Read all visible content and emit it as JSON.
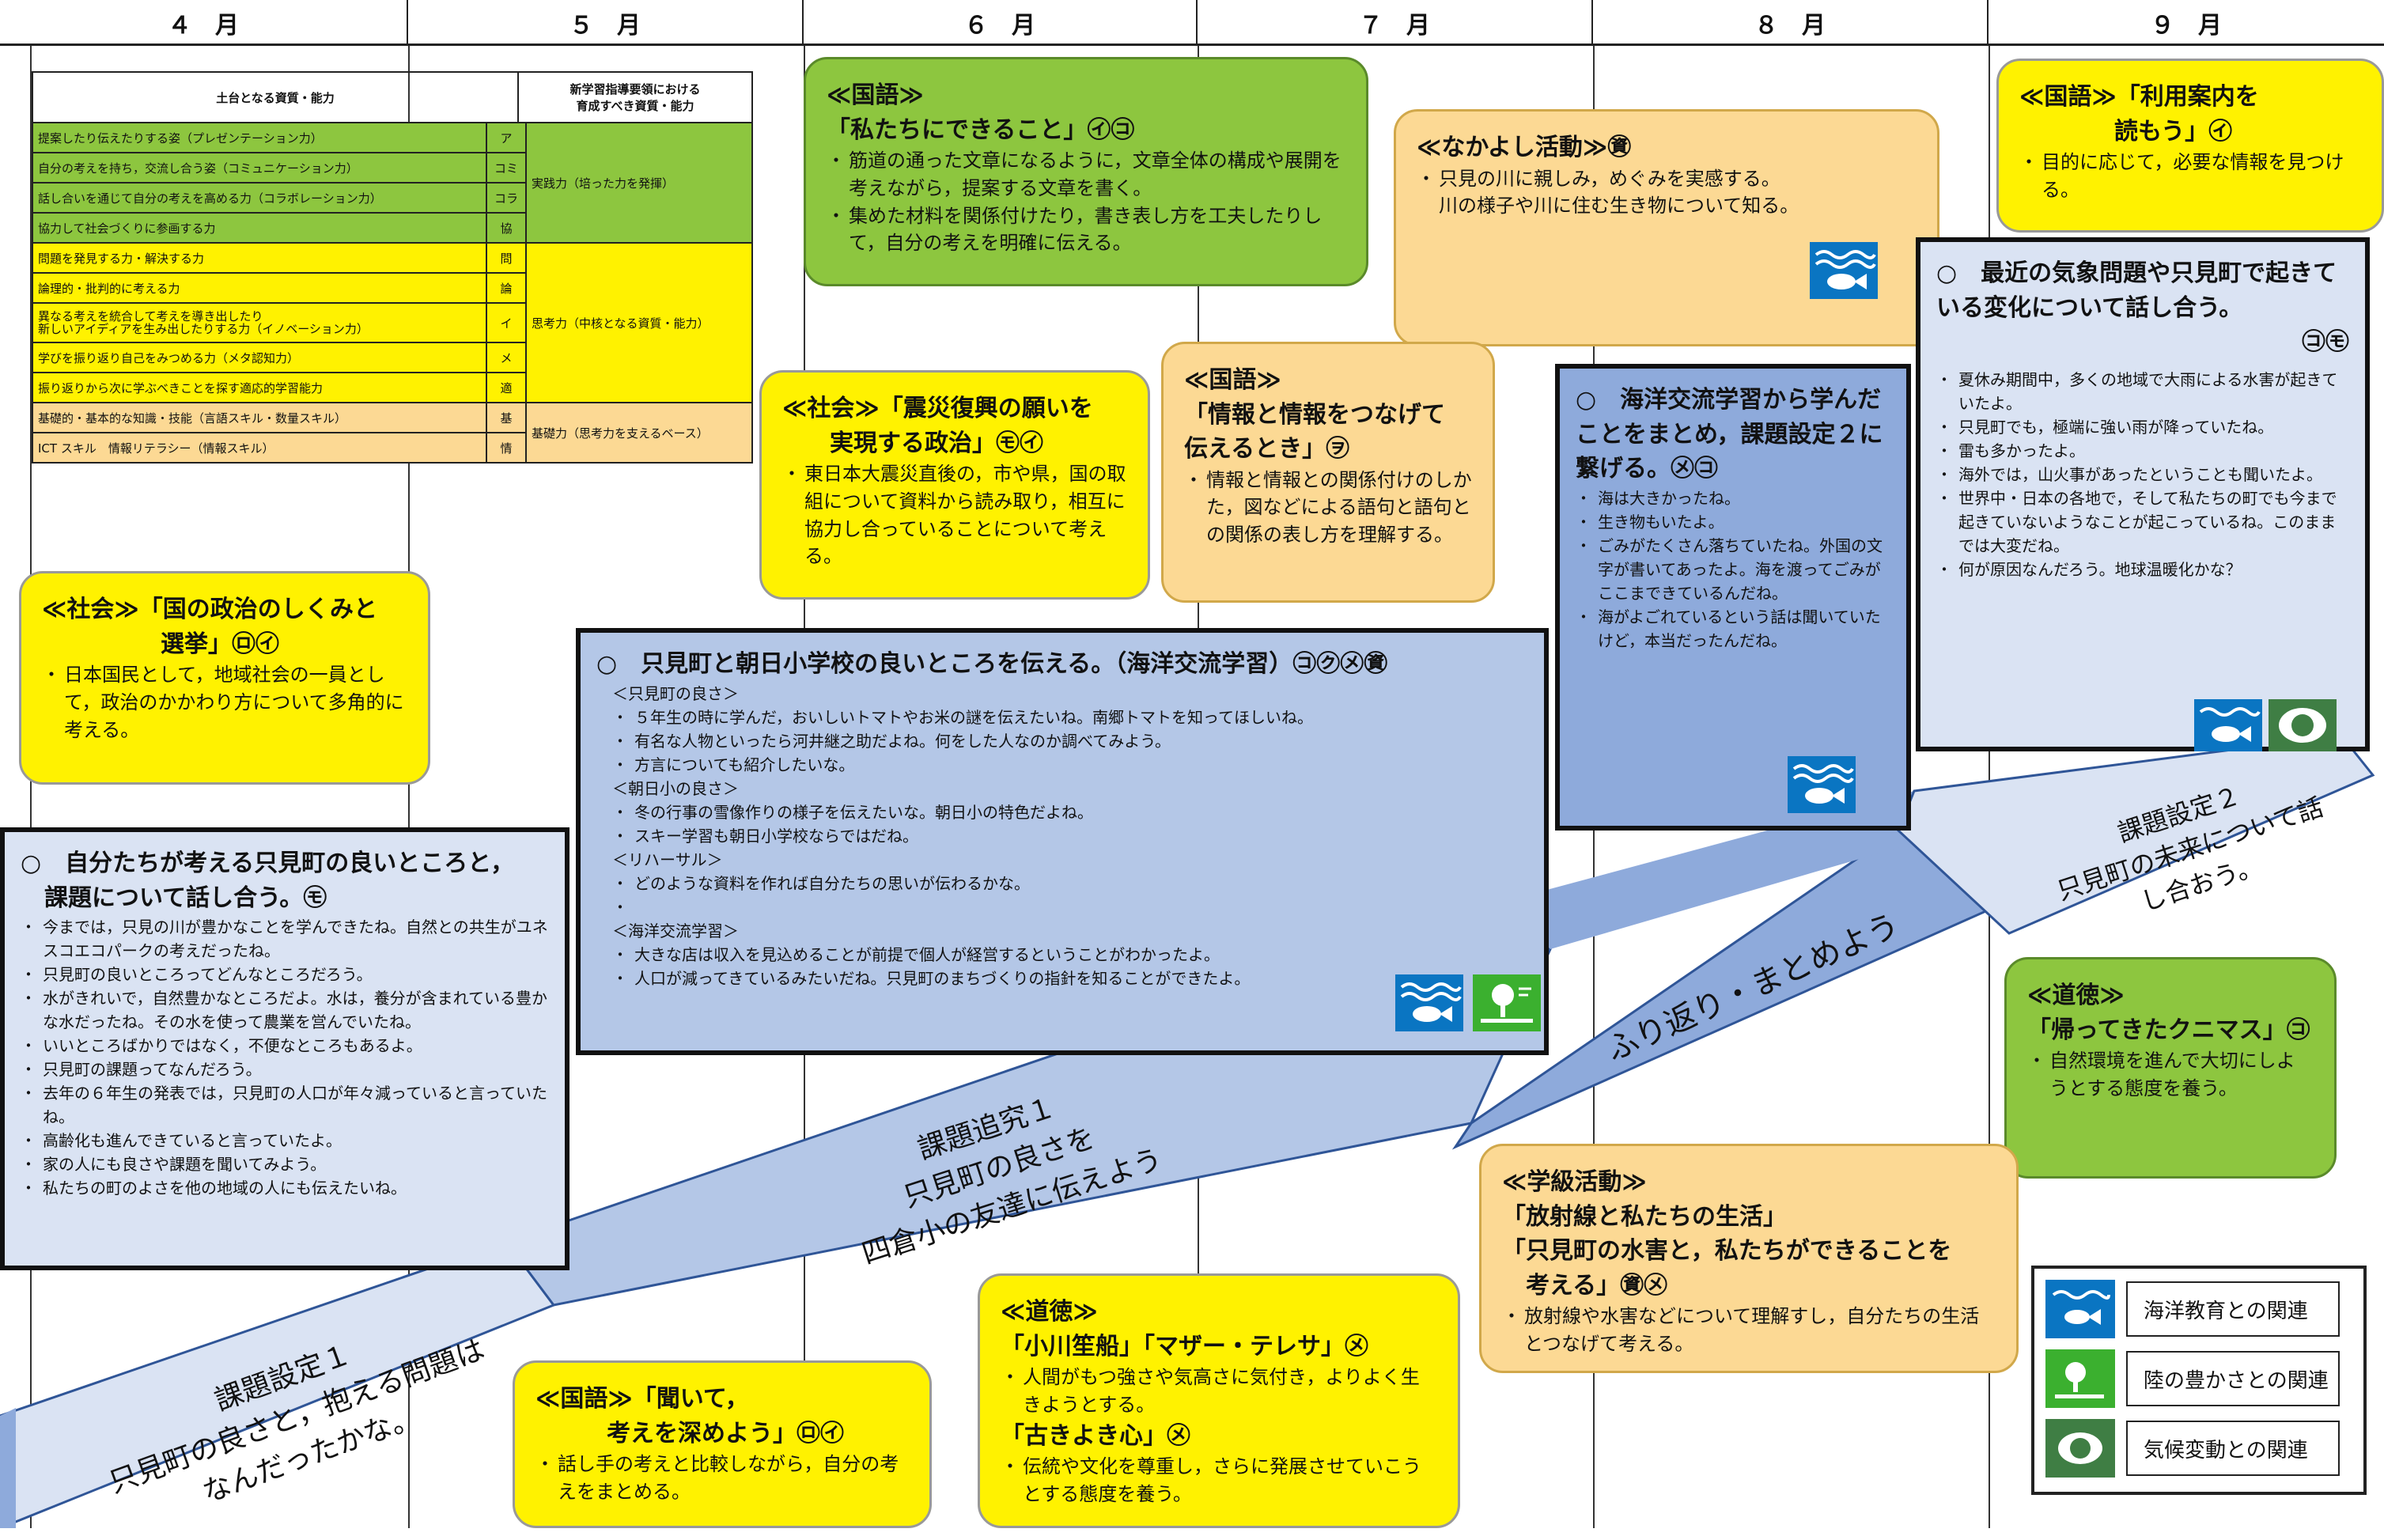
{
  "months": [
    "４　月",
    "５　月",
    "６　月",
    "７　月",
    "８　月",
    "９　月"
  ],
  "skills_table": {
    "header_left": "土台となる資質・能力",
    "header_right": "新学習指導要領における\n育成すべき資質・能力",
    "rows": [
      {
        "label": "提案したり伝えたりする姿（プレゼンテーション力）",
        "mark": "ア"
      },
      {
        "label": "自分の考えを持ち，交流し合う姿（コミュニケーション力）",
        "mark": "コミ"
      },
      {
        "label": "話し合いを通じて自分の考えを高める力（コラボレーション力）",
        "mark": "コラ"
      },
      {
        "label": "協力して社会づくりに参画する力",
        "mark": "協"
      },
      {
        "label": "問題を発見する力・解決する力",
        "mark": "問"
      },
      {
        "label": "論理的・批判的に考える力",
        "mark": "論"
      },
      {
        "label": "異なる考えを統合して考えを導き出したり\n新しいアイディアを生み出したりする力（イノベーション力）",
        "mark": "イ"
      },
      {
        "label": "学びを振り返り自己をみつめる力（メタ認知力）",
        "mark": "メ"
      },
      {
        "label": "振り返りから次に学ぶべきことを探す適応的学習能力",
        "mark": "適"
      },
      {
        "label": "基礎的・基本的な知識・技能（言語スキル・数量スキル）",
        "mark": "基"
      },
      {
        "label": "ICT スキル　情報リテラシー（情報スキル）",
        "mark": "情"
      }
    ],
    "groups": [
      "実践力（培った力を発揮）",
      "思考力（中核となる資質・能力）",
      "基礎力（思考力を支えるベース）"
    ]
  },
  "bubbles": {
    "kokugo_june": {
      "title": "≪国語≫\n「私たちにできること」㋑㋙",
      "items": [
        "筋道の通った文章になるように，文章全体の構成や展開を考えながら，提案する文章を書く。",
        "集めた材料を関係付けたり，書き表し方を工夫したりして，自分の考えを明確に伝える。"
      ]
    },
    "nakayoshi": {
      "title": "≪なかよし活動≫㊮",
      "items": [
        "只見の川に親しみ，めぐみを実感する。\n川の様子や川に住む生き物について知る。"
      ]
    },
    "kokugo_sep": {
      "title": "≪国語≫「利用案内を\n　　　　読もう」㋑",
      "items": [
        "目的に応じて，必要な情報を見つける。"
      ]
    },
    "shakai_june": {
      "title": "≪社会≫「震災復興の願いを\n　　実現する政治」㋲㋑",
      "items": [
        "東日本大震災直後の，市や県，国の取組について資料から読み取り，相互に協力し合っていることについて考える。"
      ]
    },
    "kokugo_july": {
      "title": "≪国語≫\n「情報と情報をつなげて\n伝えるとき」㋾",
      "items": [
        "情報と情報との関係付けのしかた，図などによる語句と語句との関係の表し方を理解する。"
      ]
    },
    "shakai_april": {
      "title": "≪社会≫「国の政治のしくみと\n　　　　　選挙」㋺㋑",
      "items": [
        "日本国民として，地域社会の一員として，政治のかかわり方について多角的に考える。"
      ]
    },
    "doutoku_sep": {
      "title": "≪道徳≫\n「帰ってきたクニマス」㋙",
      "items": [
        "自然環境を進んで大切にしようとする態度を養う。"
      ]
    },
    "gakkyu": {
      "title": "≪学級活動≫\n「放射線と私たちの生活」\n「只見町の水害と，私たちができることを\n　考える」㊮㋱",
      "items": [
        "放射線や水害などについて理解すし，自分たちの生活とつなげて考える。"
      ]
    },
    "doutoku_june": {
      "title": "≪道徳≫\n「小川笙船」「マザー・テレサ」㋱",
      "items": [
        "人間がもつ強さや気高さに気付き，よりよく生きようとする。"
      ],
      "title2": "「古きよき心」㋱",
      "items2": [
        "伝統や文化を尊重し，さらに発展させていこうとする態度を養う。"
      ]
    },
    "kokugo_may": {
      "title": "≪国語≫「聞いて，\n　　　考えを深めよう」㋺㋑",
      "items": [
        "話し手の考えと比較しながら，自分の考えをまとめる。"
      ]
    }
  },
  "boxes": {
    "kadai1": {
      "title": "○　自分たちが考える只見町の良いところと，\n　課題について話し合う。㋲",
      "items": [
        "今までは，只見の川が豊かなことを学んできたね。自然との共生がユネスコエコパークの考えだったね。",
        "只見町の良いところってどんなところだろう。",
        "水がきれいで，自然豊かなところだよ。水は，養分が含まれている豊かな水だったね。その水を使って農業を営んでいたね。",
        "いいところばかりではなく，不便なところもあるよ。",
        "只見町の課題ってなんだろう。",
        "去年の６年生の発表では，只見町の人口が年々減っていると言っていたね。",
        "高齢化も進んできていると言っていたよ。",
        "家の人にも良さや課題を聞いてみよう。",
        "私たちの町のよさを他の地域の人にも伝えたいね。"
      ]
    },
    "tsutaeru": {
      "title": "○　只見町と朝日小学校の良いところを伝える。（海洋交流学習）㋙㋗㋱㊮",
      "lines": [
        {
          "t": "＜只見町の良さ＞",
          "li": false
        },
        {
          "t": "５年生の時に学んだ，おいしいトマトやお米の謎を伝えたいね。南郷トマトを知ってほしいね。",
          "li": true
        },
        {
          "t": "有名な人物といったら河井継之助だよね。何をした人なのか調べてみよう。",
          "li": true
        },
        {
          "t": "方言についても紹介したいな。",
          "li": true
        },
        {
          "t": "＜朝日小の良さ＞",
          "li": false
        },
        {
          "t": "冬の行事の雪像作りの様子を伝えたいな。朝日小の特色だよね。",
          "li": true
        },
        {
          "t": "スキー学習も朝日小学校ならではだね。",
          "li": true
        },
        {
          "t": "＜リハーサル＞",
          "li": false
        },
        {
          "t": "どのような資料を作れば自分たちの思いが伝わるかな。",
          "li": true
        },
        {
          "t": "",
          "li": true
        },
        {
          "t": "＜海洋交流学習＞",
          "li": false
        },
        {
          "t": "大きな店は収入を見込めることが前提で個人が経営するということがわかったよ。",
          "li": true
        },
        {
          "t": "人口が減ってきているみたいだね。只見町のまちづくりの指針を知ることができたよ。",
          "li": true
        }
      ]
    },
    "matome": {
      "title": "○　海洋交流学習から学んだことをまとめ，課題設定２に繋げる。㋱㋙",
      "items": [
        "海は大きかったね。",
        "生き物もいたよ。",
        "ごみがたくさん落ちていたね。外国の文字が書いてあったよ。海を渡ってごみがここまできているんだね。",
        "海がよごれているという話は聞いていたけど，本当だったんだね。"
      ]
    },
    "kikou": {
      "title": "○　最近の気象問題や只見町で起きている変化について話し合う。",
      "marks": "㋙㋲",
      "items": [
        "夏休み期間中，多くの地域で大雨による水害が起きていたよ。",
        "只見町でも，極端に強い雨が降っていたね。",
        "雷も多かったよ。",
        "海外では，山火事があったということも聞いたよ。",
        "世界中・日本の各地で，そして私たちの町でも今まで起きていないようなことが起こっているね。このままでは大変だね。",
        "何が原因なんだろう。地球温暖化かな？"
      ]
    }
  },
  "arrows": {
    "kadai_settei1": "課題設定１\n只見町の良さと，抱える問題は\nなんだったかな。",
    "kadai_tsuikyu1": "課題追究１\n只見町の良さを\n四倉小の友達に伝えよう",
    "furikaeri": "ふり返り・まとめよう",
    "kadai_settei2": "課題設定２\n只見町の未来について話\nし合おう。"
  },
  "legend": [
    {
      "icon": "sea-icon",
      "label": "海洋教育との関連"
    },
    {
      "icon": "land-icon",
      "label": "陸の豊かさとの関連"
    },
    {
      "icon": "earth-icon",
      "label": "気候変動との関連"
    }
  ]
}
